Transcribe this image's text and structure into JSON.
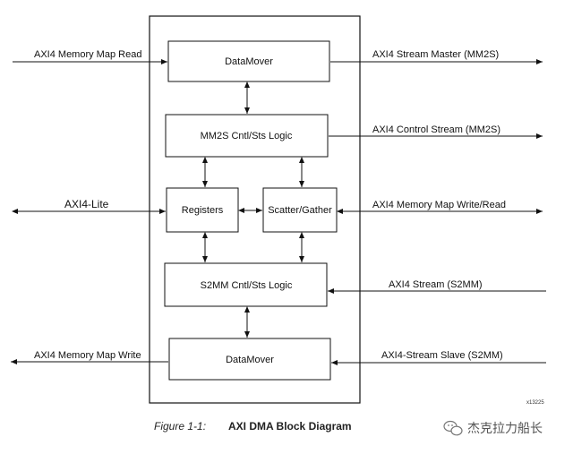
{
  "diagram": {
    "blocks": {
      "datamover_top": "DataMover",
      "mm2s_logic": "MM2S Cntl/Sts Logic",
      "registers": "Registers",
      "scatter_gather": "Scatter/Gather",
      "s2mm_logic": "S2MM Cntl/Sts Logic",
      "datamover_bottom": "DataMover"
    },
    "ports": {
      "mm_read": "AXI4 Memory Map Read",
      "axi_lite": "AXI4-Lite",
      "mm_write": "AXI4 Memory Map Write",
      "stream_master": "AXI4 Stream Master (MM2S)",
      "control_stream": "AXI4 Control Stream (MM2S)",
      "mm_write_read": "AXI4 Memory Map Write/Read",
      "stream_s2mm": "AXI4 Stream (S2MM)",
      "stream_slave": "AXI4-Stream Slave (S2MM)"
    },
    "figure_code": "x13225"
  },
  "caption": {
    "label": "Figure 1-1:",
    "title": "AXI DMA Block Diagram"
  },
  "watermark": {
    "icon": "wechat-icon",
    "text": "杰克拉力船长"
  }
}
